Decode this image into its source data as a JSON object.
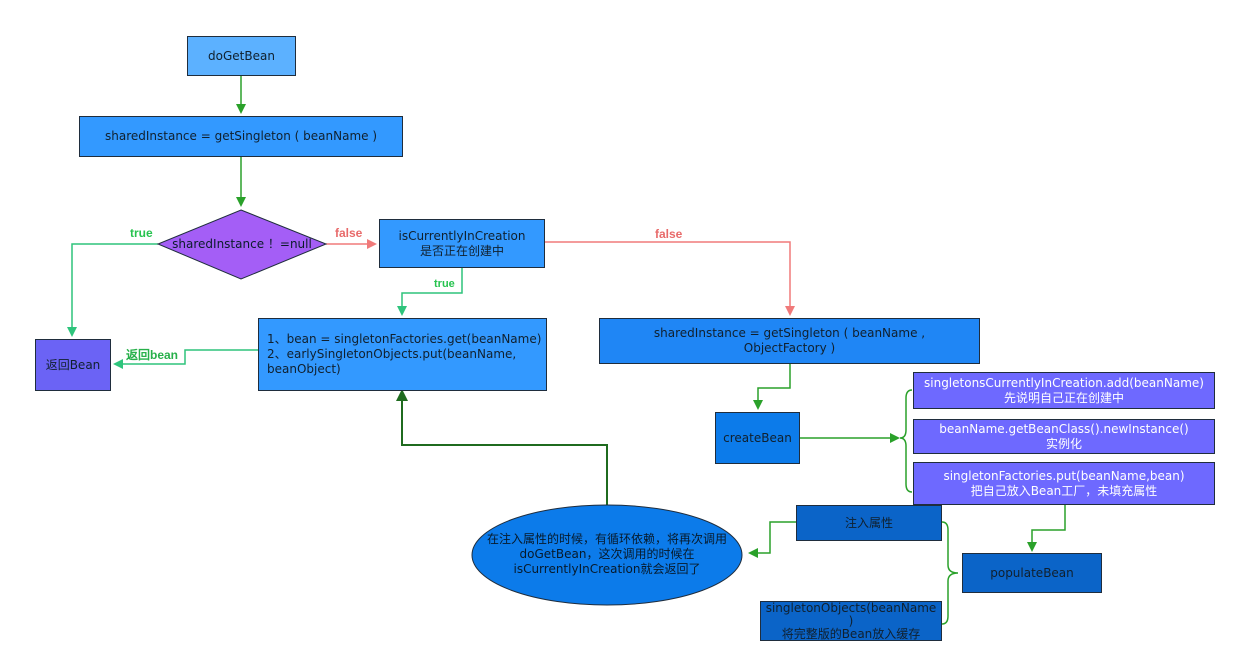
{
  "nodes": {
    "doGetBean": "doGetBean",
    "shared_get": "sharedInstance  =  getSingleton ( beanName )",
    "diamond": "sharedInstance  ！=null",
    "is_creation_1": "isCurrentlyInCreation",
    "is_creation_2": "是否正在创建中",
    "return_bean": "返回Bean",
    "factory_1": "1、bean = singletonFactories.get(beanName)",
    "factory_2": "2、earlySingletonObjects.put(beanName,",
    "factory_3": "beanObject)",
    "shared_get2_1": "sharedInstance  =  getSingleton ( beanName ,",
    "shared_get2_2": "ObjectFactory )",
    "createBean": "createBean",
    "add_1": "singletonsCurrentlyInCreation.add(beanName)",
    "add_2": "先说明自己正在创建中",
    "newinst_1": "beanName.getBeanClass().newInstance()",
    "newinst_2": "实例化",
    "put_1": "singletonFactories.put(beanName,bean)",
    "put_2": "把自己放入Bean工厂，未填充属性",
    "inject": "注入属性",
    "populateBean": "populateBean",
    "objects_1": "singletonObjects(beanName",
    "objects_2": ")",
    "objects_3": "将完整版的Bean放入缓存",
    "ellipse_1": "在注入属性的时候，有循环依赖，将再次调用",
    "ellipse_2": "doGetBean，这次调用的时候在",
    "ellipse_3": "isCurrentlyInCreation就会返回了"
  },
  "labels": {
    "true_left": "true",
    "false_diamond": "false",
    "false_right": "false",
    "true_small": "true",
    "return_bean_label": "返回bean"
  },
  "colors": {
    "green_arrow": "#2aa12a",
    "teal_arrow": "#2ec47c",
    "red_arrow": "#f07a7a",
    "dark_green": "#1f6b1f"
  }
}
